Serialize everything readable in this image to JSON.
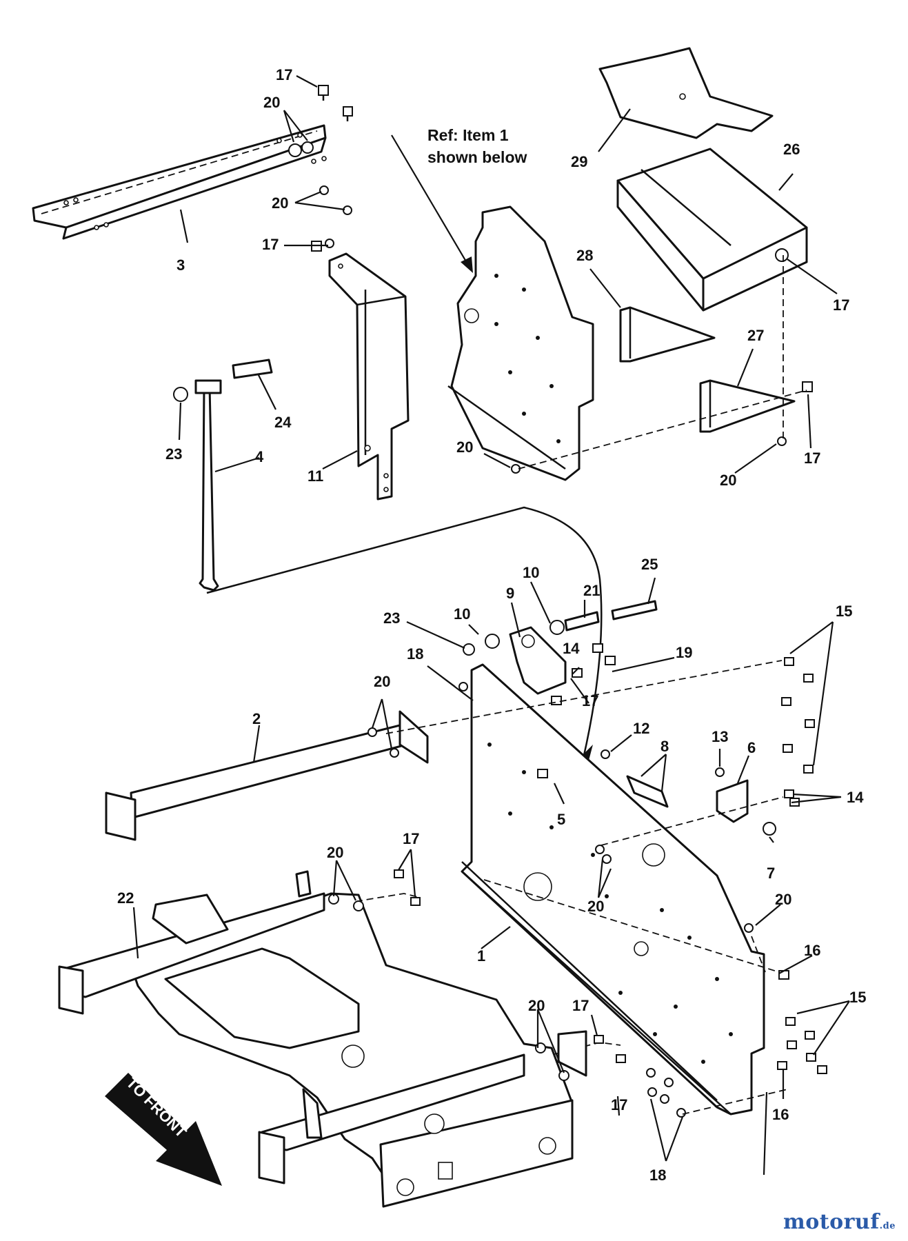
{
  "reference_note": {
    "line1": "Ref: Item 1",
    "line2": "shown below"
  },
  "direction_label": "TO FRONT",
  "watermark": {
    "name": "motoruf",
    "tld": ".de",
    "color": "#2a5aa8"
  },
  "callouts": [
    {
      "id": "c17a",
      "label": "17"
    },
    {
      "id": "c20a",
      "label": "20"
    },
    {
      "id": "c20b",
      "label": "20"
    },
    {
      "id": "c3",
      "label": "3"
    },
    {
      "id": "c17b",
      "label": "17"
    },
    {
      "id": "c23a",
      "label": "23"
    },
    {
      "id": "c24",
      "label": "24"
    },
    {
      "id": "c4",
      "label": "4"
    },
    {
      "id": "c11",
      "label": "11"
    },
    {
      "id": "c29",
      "label": "29"
    },
    {
      "id": "c26",
      "label": "26"
    },
    {
      "id": "c28",
      "label": "28"
    },
    {
      "id": "c17c",
      "label": "17"
    },
    {
      "id": "c27",
      "label": "27"
    },
    {
      "id": "c20c",
      "label": "20"
    },
    {
      "id": "c17d",
      "label": "17"
    },
    {
      "id": "c20d",
      "label": "20"
    },
    {
      "id": "c10a",
      "label": "10"
    },
    {
      "id": "c25",
      "label": "25"
    },
    {
      "id": "c21",
      "label": "21"
    },
    {
      "id": "c9",
      "label": "9"
    },
    {
      "id": "c10b",
      "label": "10"
    },
    {
      "id": "c23b",
      "label": "23"
    },
    {
      "id": "c15a",
      "label": "15"
    },
    {
      "id": "c18a",
      "label": "18"
    },
    {
      "id": "c14a",
      "label": "14"
    },
    {
      "id": "c19",
      "label": "19"
    },
    {
      "id": "c17e",
      "label": "17"
    },
    {
      "id": "c20e",
      "label": "20"
    },
    {
      "id": "c2",
      "label": "2"
    },
    {
      "id": "c12",
      "label": "12"
    },
    {
      "id": "c8",
      "label": "8"
    },
    {
      "id": "c13",
      "label": "13"
    },
    {
      "id": "c6",
      "label": "6"
    },
    {
      "id": "c5",
      "label": "5"
    },
    {
      "id": "c14b",
      "label": "14"
    },
    {
      "id": "c7",
      "label": "7"
    },
    {
      "id": "c20f",
      "label": "20"
    },
    {
      "id": "c20g",
      "label": "20"
    },
    {
      "id": "c17f",
      "label": "17"
    },
    {
      "id": "c20h",
      "label": "20"
    },
    {
      "id": "c22",
      "label": "22"
    },
    {
      "id": "c1",
      "label": "1"
    },
    {
      "id": "c16a",
      "label": "16"
    },
    {
      "id": "c20i",
      "label": "20"
    },
    {
      "id": "c17g",
      "label": "17"
    },
    {
      "id": "c17h",
      "label": "17"
    },
    {
      "id": "c15b",
      "label": "15"
    },
    {
      "id": "c16b",
      "label": "16"
    },
    {
      "id": "c18b",
      "label": "18"
    }
  ]
}
